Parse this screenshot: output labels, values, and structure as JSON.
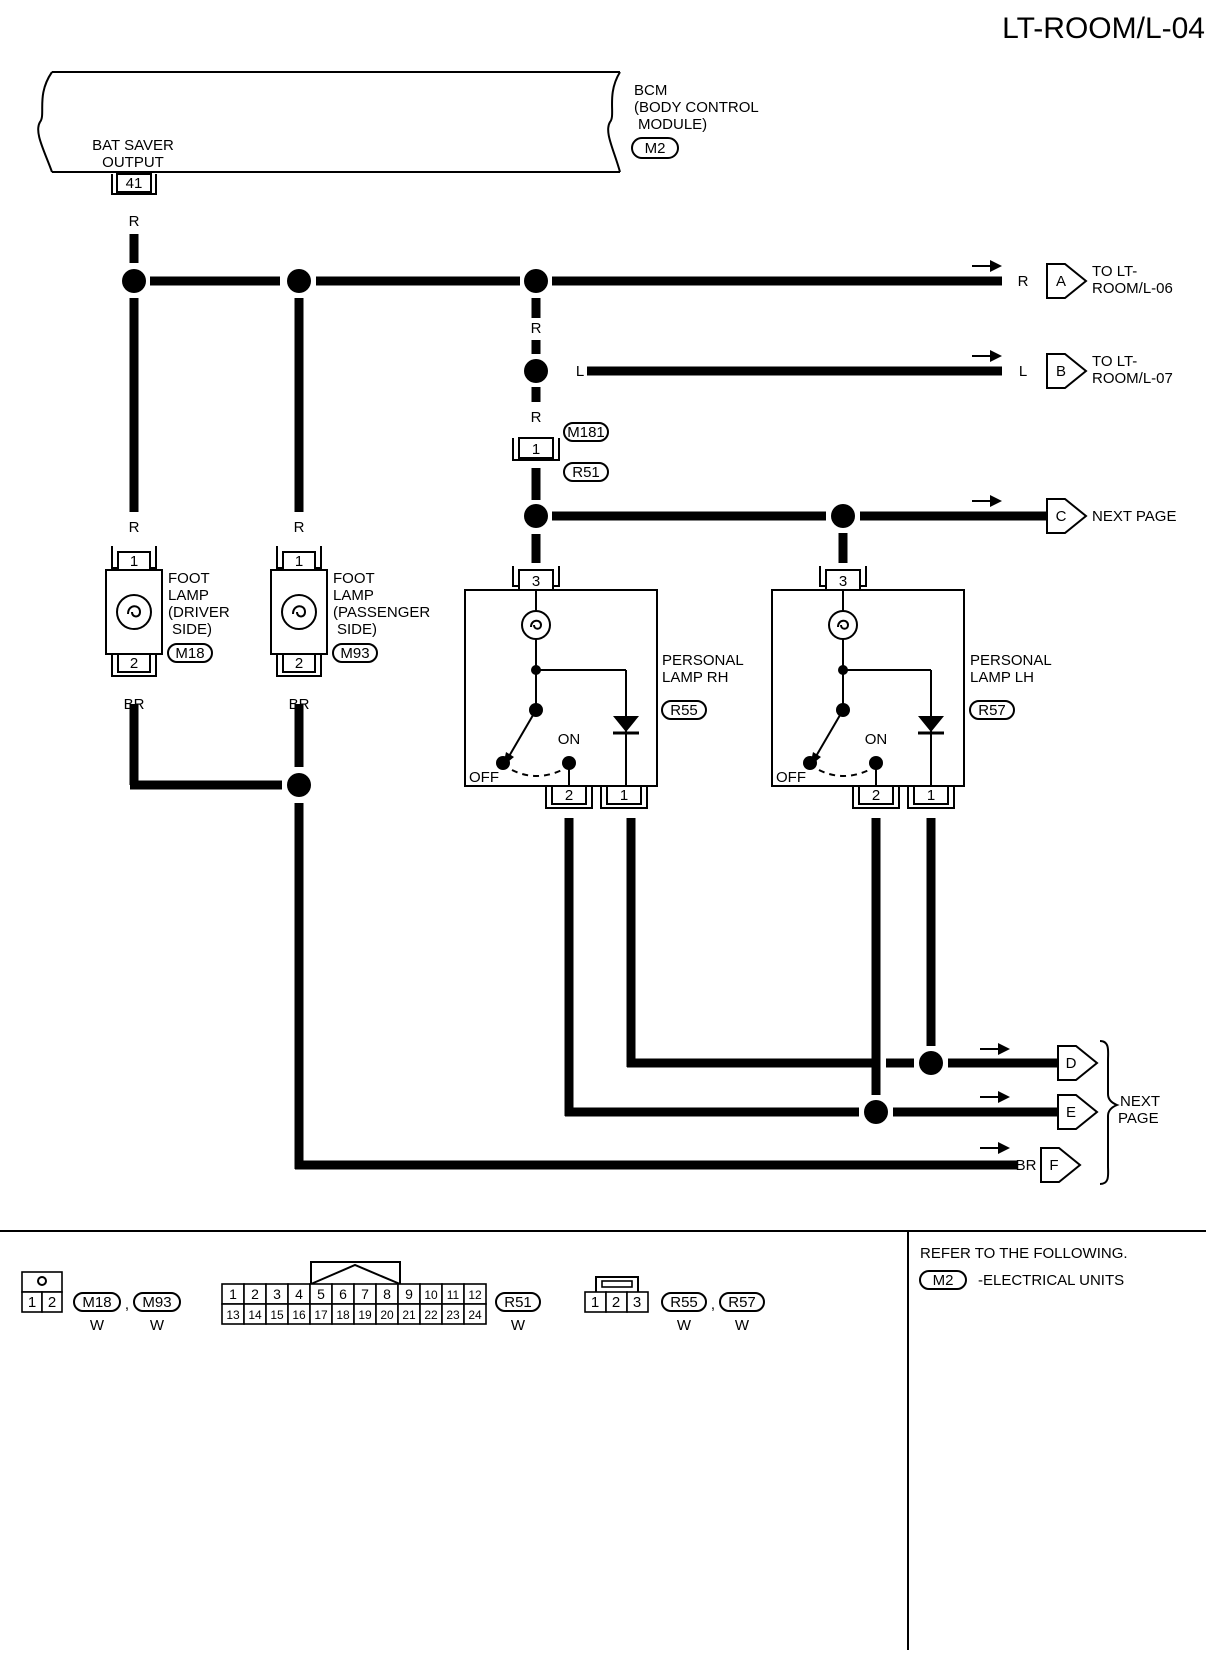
{
  "page_code": "LT-ROOM/L-04",
  "bcm": {
    "name_lines": [
      "BCM",
      "(BODY CONTROL",
      "MODULE)"
    ],
    "connector": "M2",
    "output_label_lines": [
      "BAT SAVER",
      "OUTPUT"
    ],
    "pin": "41"
  },
  "wire_colors": {
    "red": "R",
    "blue": "L",
    "brown": "BR"
  },
  "inline_connector": {
    "pin": "1",
    "connector_top": "M181",
    "connector_bottom": "R51"
  },
  "foot_lamp_driver": {
    "label_lines": [
      "FOOT",
      "LAMP",
      "(DRIVER",
      "SIDE)"
    ],
    "connector": "M18",
    "pin_top": "1",
    "pin_bottom": "2"
  },
  "foot_lamp_passenger": {
    "label_lines": [
      "FOOT",
      "LAMP",
      "(PASSENGER",
      "SIDE)"
    ],
    "connector": "M93",
    "pin_top": "1",
    "pin_bottom": "2"
  },
  "personal_lamp_rh": {
    "label_lines": [
      "PERSONAL",
      "LAMP RH"
    ],
    "connector": "R55",
    "pin_in": "3",
    "pin_a": "2",
    "pin_b": "1",
    "switch_on": "ON",
    "switch_off": "OFF"
  },
  "personal_lamp_lh": {
    "label_lines": [
      "PERSONAL",
      "LAMP LH"
    ],
    "connector": "R57",
    "pin_in": "3",
    "pin_a": "2",
    "pin_b": "1",
    "switch_on": "ON",
    "switch_off": "OFF"
  },
  "outputs": {
    "A": {
      "letter": "A",
      "lines": [
        "TO LT-",
        "ROOM/L-06"
      ]
    },
    "B": {
      "letter": "B",
      "lines": [
        "TO LT-",
        "ROOM/L-07"
      ]
    },
    "C": {
      "letter": "C",
      "lines": [
        "NEXT PAGE"
      ]
    },
    "D": {
      "letter": "D"
    },
    "E": {
      "letter": "E"
    },
    "F": {
      "letter": "F"
    },
    "def_label_lines": [
      "NEXT",
      "PAGE"
    ]
  },
  "connector_views": {
    "view1": {
      "pins": [
        "1",
        "2"
      ],
      "names": [
        "M18",
        "M93"
      ],
      "colors": [
        "W",
        "W"
      ]
    },
    "view2": {
      "pins_top": [
        "1",
        "2",
        "3",
        "4",
        "5",
        "6",
        "7",
        "8",
        "9",
        "10",
        "11",
        "12"
      ],
      "pins_bottom": [
        "13",
        "14",
        "15",
        "16",
        "17",
        "18",
        "19",
        "20",
        "21",
        "22",
        "23",
        "24"
      ],
      "name": "R51",
      "color": "W"
    },
    "view3": {
      "pins": [
        "1",
        "2",
        "3"
      ],
      "names": [
        "R55",
        "R57"
      ],
      "colors": [
        "W",
        "W"
      ]
    },
    "separator": ","
  },
  "reference": {
    "heading": "REFER TO THE FOLLOWING.",
    "connector": "M2",
    "text": "-ELECTRICAL UNITS"
  }
}
